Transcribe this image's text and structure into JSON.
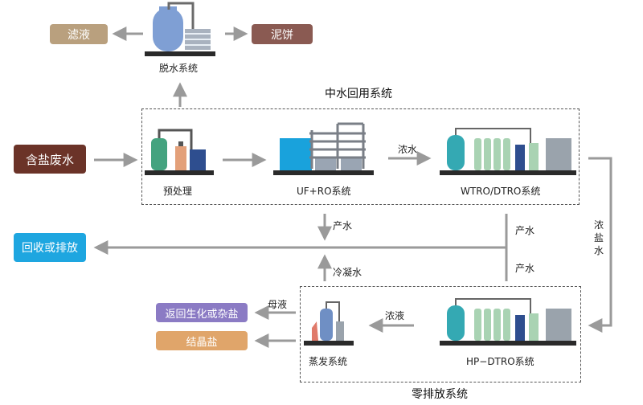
{
  "dewatering": {
    "filtrate": "滤液",
    "sludge_cake": "泥饼",
    "system_label": "脱水系统"
  },
  "reclaimed": {
    "system_title": "中水回用系统",
    "pretreatment": "预处理",
    "ufro": "UF+RO系统",
    "wtro": "WTRO/DTRO系统",
    "concentrate": "浓水"
  },
  "inputs": {
    "salt_wastewater": "含盐废水",
    "recycle_or_discharge": "回收或排放"
  },
  "flows": {
    "product_water_1": "产水",
    "product_water_2": "产水",
    "product_water_3": "产水",
    "condensate": "冷凝水",
    "brine": "浓盐水",
    "concentrate_liquid": "浓液",
    "mother_liquor": "母液"
  },
  "zld": {
    "system_title": "零排放系统",
    "evaporation": "蒸发系统",
    "hp_dtro": "HP−DTRO系统",
    "return_biochem": "返回生化或杂盐",
    "crystal_salt": "结晶盐"
  },
  "colors": {
    "filtrate": "#b9a07e",
    "sludge_cake": "#8a5a52",
    "salt_wastewater": "#6b3328",
    "recycle": "#1ea6e0",
    "return_biochem": "#8b7bc4",
    "crystal_salt": "#e0a56a",
    "arrow": "#9a9a9a"
  }
}
